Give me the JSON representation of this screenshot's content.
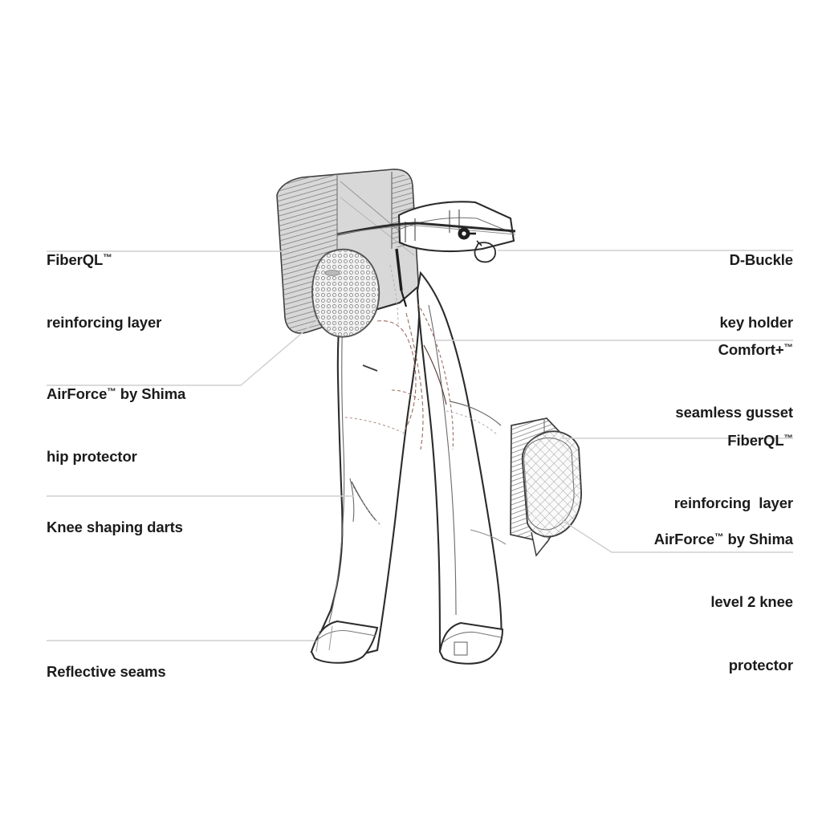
{
  "diagram": {
    "title": "Motorcycle pants feature callout diagram",
    "subject": "riding-pants-technical-drawing",
    "line_color": "#cfcfcf",
    "text_color": "#1b1b1b",
    "panel_fill": "#d8d8d8",
    "stitch_color": "#9a6b60",
    "background": "#ffffff"
  },
  "callouts": {
    "left": [
      {
        "name": "fiberql-reinforcing-layer",
        "lines": [
          "FiberQL™",
          "reinforcing layer"
        ],
        "line1": "FiberQL",
        "line1_tm": "™",
        "line2": "reinforcing layer"
      },
      {
        "name": "airforce-hip-protector",
        "lines": [
          "AirForce™ by Shima",
          "hip protector"
        ],
        "line1_a": "AirForce",
        "line1_tm": "™",
        "line1_b": " by Shima",
        "line2": "hip protector"
      },
      {
        "name": "knee-shaping-darts",
        "lines": [
          "Knee shaping darts"
        ],
        "line1": "Knee shaping darts"
      },
      {
        "name": "reflective-seams",
        "lines": [
          "Reflective seams"
        ],
        "line1": "Reflective seams"
      }
    ],
    "right": [
      {
        "name": "d-buckle-key-holder",
        "lines": [
          "D-Buckle",
          "key holder"
        ],
        "line1": "D-Buckle",
        "line2": "key holder"
      },
      {
        "name": "comfort-plus-seamless-gusset",
        "lines": [
          "Comfort+™",
          "seamless gusset"
        ],
        "line1": "Comfort+",
        "line1_tm": "™",
        "line2": "seamless gusset"
      },
      {
        "name": "fiberql-reinforcing-layer-knee",
        "lines": [
          "FiberQL™",
          "reinforcing  layer"
        ],
        "line1": "FiberQL",
        "line1_tm": "™",
        "line2": "reinforcing  layer"
      },
      {
        "name": "airforce-level-2-knee-protector",
        "lines": [
          "AirForce™ by Shima",
          "level 2 knee",
          "protector"
        ],
        "line1_a": "AirForce",
        "line1_tm": "™",
        "line1_b": " by Shima",
        "line2": "level 2 knee",
        "line3": "protector"
      }
    ]
  }
}
